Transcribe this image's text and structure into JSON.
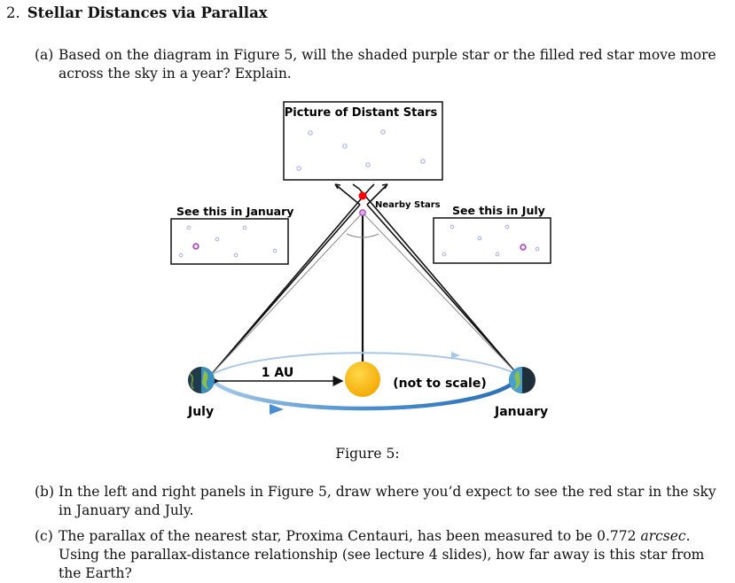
{
  "section": {
    "number": "2.",
    "title": "Stellar Distances via Parallax"
  },
  "questions": [
    {
      "label": "(a)",
      "text": "Based on the diagram in Figure 5, will the shaded purple star or the filled red star move more across the sky in a year? Explain."
    },
    {
      "label": "(b)",
      "text": "In the left and right panels in Figure 5, draw where you’d expect to see the red star in the sky in January and July."
    },
    {
      "label": "(c)",
      "text_before": "The parallax of the nearest star, Proxima Centauri, has been measured to be 0.772",
      "text_var": "arcsec",
      "text_after": ". Using the parallax-distance relationship (see lecture 4 slides), how far away is this star from the Earth?"
    }
  ],
  "figure": {
    "caption": "Figure 5:",
    "labels": {
      "distant_box": "Picture of Distant Stars",
      "january_box": "See this in January",
      "july_box": "See this in July",
      "nearby": "Nearby Stars",
      "au": "1 AU",
      "scale": "(not to scale)",
      "left_earth": "July",
      "right_earth": "January"
    },
    "colors": {
      "red_star": "#ff0000",
      "purple_star": "#b04bc7",
      "faint_star": "#a9b4e6",
      "sun": "#f7b500",
      "orbit": "#3b7fc2"
    }
  }
}
